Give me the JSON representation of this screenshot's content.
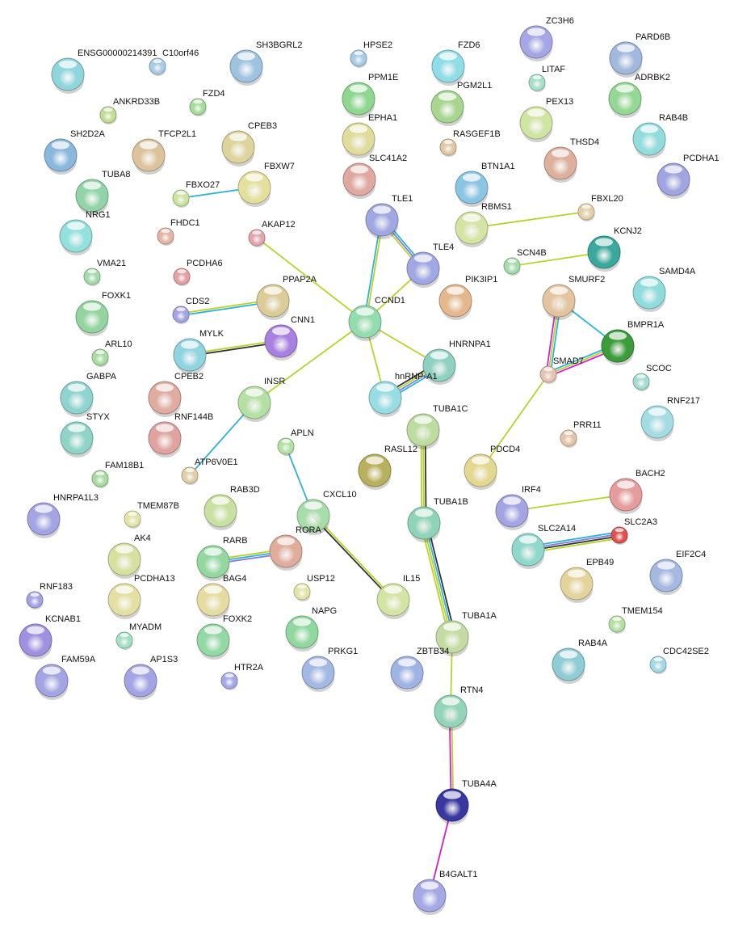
{
  "title": "Protein interaction network",
  "channel_colors": {
    "db": "#2eb1d8",
    "text": "#b9d22a",
    "coexp": "#333333",
    "exp": "#d41ed4",
    "homol": "#8080e0"
  },
  "nodes": [
    {
      "id": "ENSG00000214391",
      "color": "#8fd6dc"
    },
    {
      "id": "C10orf46",
      "color": "#a8cbe6"
    },
    {
      "id": "SH3BGRL2",
      "color": "#9ec3e0"
    },
    {
      "id": "HPSE2",
      "color": "#a8cbe6"
    },
    {
      "id": "FZD6",
      "color": "#8fdde6"
    },
    {
      "id": "ZC3H6",
      "color": "#a6a6e6"
    },
    {
      "id": "PARD6B",
      "color": "#a2b8dc"
    },
    {
      "id": "LITAF",
      "color": "#a6e0c8"
    },
    {
      "id": "PPM1E",
      "color": "#8fd690"
    },
    {
      "id": "PGM2L1",
      "color": "#a8d690"
    },
    {
      "id": "ADRBK2",
      "color": "#95d895"
    },
    {
      "id": "ANKRD33B",
      "color": "#c2dc94"
    },
    {
      "id": "FZD4",
      "color": "#a6dc9a"
    },
    {
      "id": "EPHA1",
      "color": "#e0dc9c"
    },
    {
      "id": "PEX13",
      "color": "#d0e4a4"
    },
    {
      "id": "RAB4B",
      "color": "#92dcdc"
    },
    {
      "id": "SH2D2A",
      "color": "#8ab8dc"
    },
    {
      "id": "TFCP2L1",
      "color": "#dcc39c"
    },
    {
      "id": "CPEB3",
      "color": "#dcd49c"
    },
    {
      "id": "RASGEF1B",
      "color": "#e0c8a4"
    },
    {
      "id": "THSD4",
      "color": "#dcb09c"
    },
    {
      "id": "SLC41A2",
      "color": "#e0a8a0"
    },
    {
      "id": "PCDHA1",
      "color": "#a0a4e0"
    },
    {
      "id": "BTN1A1",
      "color": "#8cc4e4"
    },
    {
      "id": "TUBA8",
      "color": "#90d4a8"
    },
    {
      "id": "FBXO27",
      "color": "#cce4a0"
    },
    {
      "id": "FBXW7",
      "color": "#e4e09c"
    },
    {
      "id": "TLE1",
      "color": "#a0a8e4"
    },
    {
      "id": "RBMS1",
      "color": "#d4e4a4"
    },
    {
      "id": "FBXL20",
      "color": "#e4d0a8"
    },
    {
      "id": "NRG1",
      "color": "#94e0dc"
    },
    {
      "id": "FHDC1",
      "color": "#e4b4a8"
    },
    {
      "id": "AKAP12",
      "color": "#e4a4ac"
    },
    {
      "id": "KCNJ2",
      "color": "#3aa89c"
    },
    {
      "id": "TLE4",
      "color": "#a0a8e4"
    },
    {
      "id": "SCN4B",
      "color": "#a4dcac"
    },
    {
      "id": "VMA21",
      "color": "#a4dcac"
    },
    {
      "id": "PCDHA6",
      "color": "#e4a0a4"
    },
    {
      "id": "SAMD4A",
      "color": "#90dcdc"
    },
    {
      "id": "PIK3IP1",
      "color": "#e4b88c"
    },
    {
      "id": "SMURF2",
      "color": "#e4c4a0"
    },
    {
      "id": "PPAP2A",
      "color": "#dccc98"
    },
    {
      "id": "CCND1",
      "color": "#94dcb0"
    },
    {
      "id": "FOXK1",
      "color": "#94d4a0"
    },
    {
      "id": "CDS2",
      "color": "#a4a4e4"
    },
    {
      "id": "CNN1",
      "color": "#a880e0"
    },
    {
      "id": "MYLK",
      "color": "#90d4e0"
    },
    {
      "id": "ARL10",
      "color": "#a8dca0"
    },
    {
      "id": "BMPR1A",
      "color": "#3c9c3c"
    },
    {
      "id": "HNRNPA1",
      "color": "#90d0c0"
    },
    {
      "id": "SMAD7",
      "color": "#e4c4b0"
    },
    {
      "id": "SCOC",
      "color": "#a4dcd0"
    },
    {
      "id": "hnRNP-A1",
      "color": "#98dce4"
    },
    {
      "id": "INSR",
      "color": "#b4e0a4"
    },
    {
      "id": "GABPA",
      "color": "#90d4d0"
    },
    {
      "id": "CPEB2",
      "color": "#e0aca0"
    },
    {
      "id": "RNF217",
      "color": "#a4dce4"
    },
    {
      "id": "TUBA1C",
      "color": "#bcdca0"
    },
    {
      "id": "STYX",
      "color": "#90d4c8"
    },
    {
      "id": "RNF144B",
      "color": "#e0a4a0"
    },
    {
      "id": "PRR11",
      "color": "#e4c4a8"
    },
    {
      "id": "APLN",
      "color": "#b4e0a4"
    },
    {
      "id": "RASL12",
      "color": "#b8b05c"
    },
    {
      "id": "PDCD4",
      "color": "#e4d890"
    },
    {
      "id": "FAM18B1",
      "color": "#a8dca0"
    },
    {
      "id": "ATP6V0E1",
      "color": "#e0d0a8"
    },
    {
      "id": "BACH2",
      "color": "#e49c9c"
    },
    {
      "id": "HNRPA1L3",
      "color": "#a4a4e4"
    },
    {
      "id": "TMEM87B",
      "color": "#e4e4a8"
    },
    {
      "id": "RAB3D",
      "color": "#c8e0a0"
    },
    {
      "id": "CXCL10",
      "color": "#a8dca8"
    },
    {
      "id": "TUBA1B",
      "color": "#90d4b8"
    },
    {
      "id": "IRF4",
      "color": "#a4a4e4"
    },
    {
      "id": "SLC2A3",
      "color": "#e05050"
    },
    {
      "id": "SLC2A14",
      "color": "#90d8cc"
    },
    {
      "id": "AK4",
      "color": "#d8e0a0"
    },
    {
      "id": "RARB",
      "color": "#94d8a0"
    },
    {
      "id": "RORA",
      "color": "#e0ac9c"
    },
    {
      "id": "EIF2C4",
      "color": "#a4b8e0"
    },
    {
      "id": "EPB49",
      "color": "#e4d49c"
    },
    {
      "id": "RNF183",
      "color": "#a4a4e4"
    },
    {
      "id": "PCDHA13",
      "color": "#e4e0a4"
    },
    {
      "id": "BAG4",
      "color": "#e4dca0"
    },
    {
      "id": "USP12",
      "color": "#e4e4a8"
    },
    {
      "id": "IL15",
      "color": "#d4e4a4"
    },
    {
      "id": "TMEM154",
      "color": "#b4e0a4"
    },
    {
      "id": "KCNAB1",
      "color": "#a090e0"
    },
    {
      "id": "MYADM",
      "color": "#a4e0c4"
    },
    {
      "id": "FOXK2",
      "color": "#94d8a4"
    },
    {
      "id": "NAPG",
      "color": "#90d8a0"
    },
    {
      "id": "TUBA1A",
      "color": "#c4dca4"
    },
    {
      "id": "RAB4A",
      "color": "#90ccd4"
    },
    {
      "id": "CDC42SE2",
      "color": "#a4d8e4"
    },
    {
      "id": "FAM59A",
      "color": "#a4a4e4"
    },
    {
      "id": "AP1S3",
      "color": "#a4a4e4"
    },
    {
      "id": "HTR2A",
      "color": "#a4a8e4"
    },
    {
      "id": "PRKG1",
      "color": "#a4b8e4"
    },
    {
      "id": "ZBTB34",
      "color": "#a0b4e4"
    },
    {
      "id": "RTN4",
      "color": "#94d4b8"
    },
    {
      "id": "TUBA4A",
      "color": "#3838a0"
    },
    {
      "id": "B4GALT1",
      "color": "#a4a8e4"
    }
  ],
  "edges": [
    {
      "s": "FBXO27",
      "t": "FBXW7",
      "ch": [
        "db"
      ]
    },
    {
      "s": "AKAP12",
      "t": "CCND1",
      "ch": [
        "text"
      ]
    },
    {
      "s": "CDS2",
      "t": "PPAP2A",
      "ch": [
        "text",
        "db"
      ]
    },
    {
      "s": "MYLK",
      "t": "CNN1",
      "ch": [
        "text",
        "coexp"
      ]
    },
    {
      "s": "CCND1",
      "t": "INSR",
      "ch": [
        "text"
      ]
    },
    {
      "s": "INSR",
      "t": "ATP6V0E1",
      "ch": [
        "db"
      ]
    },
    {
      "s": "CCND1",
      "t": "TLE1",
      "ch": [
        "db",
        "text"
      ]
    },
    {
      "s": "TLE1",
      "t": "TLE4",
      "ch": [
        "db",
        "homol",
        "text"
      ]
    },
    {
      "s": "TLE4",
      "t": "CCND1",
      "ch": [
        "text"
      ]
    },
    {
      "s": "CCND1",
      "t": "HNRNPA1",
      "ch": [
        "text"
      ]
    },
    {
      "s": "CCND1",
      "t": "hnRNP-A1",
      "ch": [
        "text"
      ]
    },
    {
      "s": "HNRNPA1",
      "t": "hnRNP-A1",
      "ch": [
        "db",
        "homol",
        "text",
        "coexp"
      ]
    },
    {
      "s": "RBMS1",
      "t": "FBXL20",
      "ch": [
        "text"
      ]
    },
    {
      "s": "SCN4B",
      "t": "KCNJ2",
      "ch": [
        "text"
      ]
    },
    {
      "s": "SMURF2",
      "t": "BMPR1A",
      "ch": [
        "db"
      ]
    },
    {
      "s": "SMURF2",
      "t": "SMAD7",
      "ch": [
        "db",
        "text",
        "exp"
      ]
    },
    {
      "s": "SMAD7",
      "t": "BMPR1A",
      "ch": [
        "db",
        "text",
        "exp"
      ]
    },
    {
      "s": "SMAD7",
      "t": "PDCD4",
      "ch": [
        "text"
      ]
    },
    {
      "s": "APLN",
      "t": "CXCL10",
      "ch": [
        "db"
      ]
    },
    {
      "s": "CXCL10",
      "t": "IL15",
      "ch": [
        "text",
        "coexp"
      ]
    },
    {
      "s": "RARB",
      "t": "RORA",
      "ch": [
        "text",
        "db",
        "homol"
      ]
    },
    {
      "s": "TUBA1C",
      "t": "TUBA1B",
      "ch": [
        "coexp",
        "text",
        "text"
      ]
    },
    {
      "s": "TUBA1B",
      "t": "TUBA1A",
      "ch": [
        "coexp",
        "db",
        "text",
        "text"
      ]
    },
    {
      "s": "IRF4",
      "t": "BACH2",
      "ch": [
        "text"
      ]
    },
    {
      "s": "SLC2A14",
      "t": "SLC2A3",
      "ch": [
        "db",
        "homol",
        "coexp",
        "text"
      ]
    },
    {
      "s": "TUBA1A",
      "t": "RTN4",
      "ch": [
        "text"
      ]
    },
    {
      "s": "RTN4",
      "t": "TUBA4A",
      "ch": [
        "text",
        "exp"
      ]
    },
    {
      "s": "TUBA4A",
      "t": "B4GALT1",
      "ch": [
        "exp"
      ]
    }
  ]
}
